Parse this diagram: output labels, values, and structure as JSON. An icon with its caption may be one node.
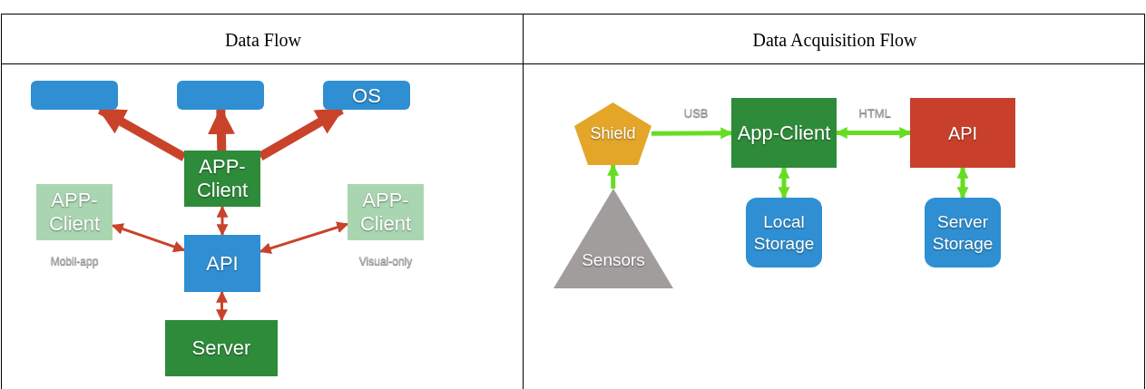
{
  "diagram": {
    "nodes": [
      {
        "text": [],
        "shape": "box"
      },
      {
        "text": [],
        "shape": "box"
      },
      {
        "text": [
          "OS"
        ]
      },
      {
        "text": [
          "APP-Client"
        ]
      },
      {
        "text": [
          "APP-Client"
        ],
        "beside": [
          "Mobil-app"
        ]
      },
      {
        "text": [
          "API"
        ]
      },
      {
        "text": [
          "APP-Client"
        ],
        "beside": [
          "Visual-only"
        ]
      },
      {
        "text": [
          "Server"
        ]
      },
      {
        "text": [
          "Shield"
        ]
      },
      {
        "text": [
          "App-Client"
        ]
      },
      {
        "text": [
          "API"
        ]
      },
      {
        "text": [
          "Sensors"
        ]
      },
      {
        "text": [
          "Local Storage"
        ]
      },
      {
        "text": [
          "Server Storage"
        ]
      }
    ],
    "edges": [
      {
        "from": 3,
        "to": 0,
        "arrow": "to",
        "style": "thick",
        "color": "#c9432b"
      },
      {
        "from": 3,
        "to": 1,
        "arrow": "to",
        "style": "thick",
        "color": "#c9432b"
      },
      {
        "from": 3,
        "to": 2,
        "arrow": "to",
        "style": "thick",
        "color": "#c9432b"
      },
      {
        "from": 4,
        "to": 5,
        "arrow": "both",
        "color": "#c9432b"
      },
      {
        "from": 3,
        "to": 5,
        "arrow": "both",
        "color": "#c9432b"
      },
      {
        "from": 6,
        "to": 5,
        "arrow": "both",
        "color": "#c9432b"
      },
      {
        "from": 5,
        "to": 7,
        "arrow": "both",
        "color": "#c9432b"
      },
      {
        "from": 11,
        "to": 8,
        "arrow": "to",
        "color": "#66dd22"
      },
      {
        "from": 8,
        "to": 9,
        "arrow": "to",
        "label": "USB",
        "color": "#66dd22"
      },
      {
        "from": 9,
        "to": 10,
        "arrow": "both",
        "label": "HTML",
        "color": "#66dd22"
      },
      {
        "from": 9,
        "to": 12,
        "arrow": "both",
        "color": "#66dd22"
      },
      {
        "from": 10,
        "to": 13,
        "arrow": "both",
        "color": "#66dd22"
      }
    ],
    "labels": [
      "Data Flow",
      "Data Acquisition Flow"
    ]
  }
}
